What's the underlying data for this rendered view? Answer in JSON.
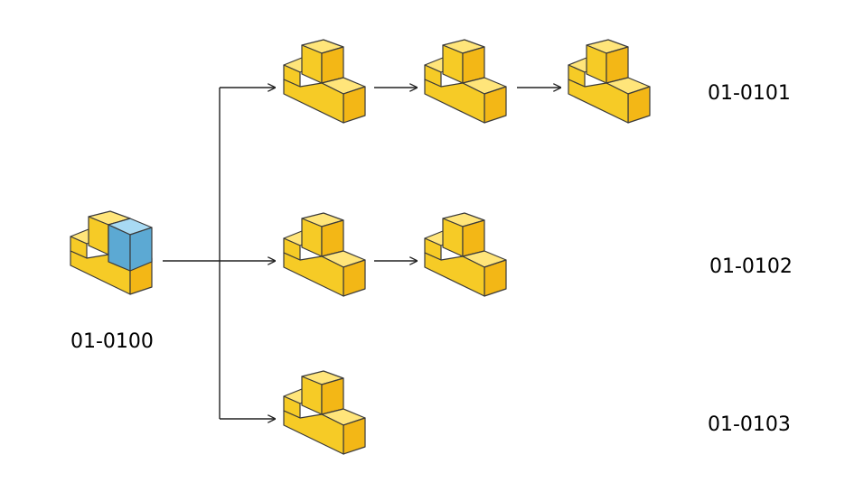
{
  "colors": {
    "block_front": "#f6cb26",
    "block_top": "#ffe57a",
    "block_side": "#f3b716",
    "block_outline": "#3a3a3a",
    "highlight_front": "#5ca9d3",
    "highlight_top": "#a8daf3",
    "arrow": "#222222"
  },
  "source": {
    "label": "01-0100",
    "icon": "t-block-with-blue-cube-icon"
  },
  "branches": [
    {
      "label": "01-0101",
      "steps": 3,
      "icon": "t-block-icon"
    },
    {
      "label": "01-0102",
      "steps": 2,
      "icon": "t-block-icon"
    },
    {
      "label": "01-0103",
      "steps": 1,
      "icon": "t-block-icon"
    }
  ]
}
